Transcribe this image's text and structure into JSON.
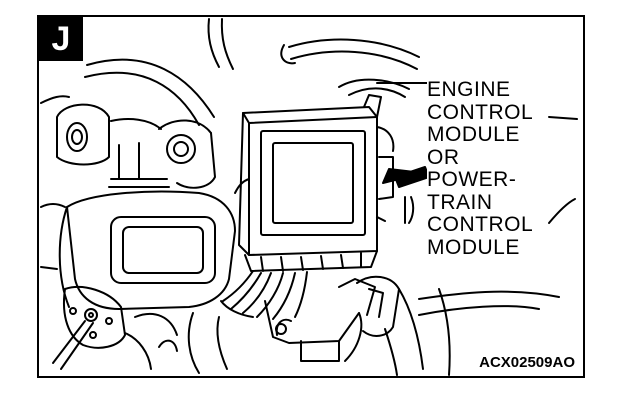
{
  "badge": "J",
  "label_lines": [
    "ENGINE",
    "CONTROL",
    "MODULE",
    "OR",
    "POWER-",
    "TRAIN",
    "CONTROL",
    "MODULE"
  ],
  "figure_code": "ACX02509AO",
  "colors": {
    "ink": "#000000",
    "paper": "#ffffff"
  }
}
